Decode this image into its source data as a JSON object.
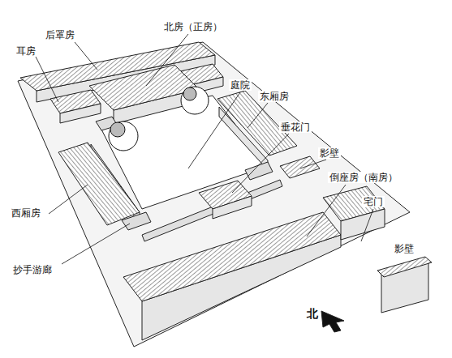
{
  "diagram": {
    "labels": [
      "后罩房",
      "耳房",
      "北房（正房）",
      "庭院",
      "东厢房",
      "垂花门",
      "影壁",
      "倒座房（南房）",
      "宅门",
      "西厢房",
      "抄手游廊",
      "影壁",
      "北"
    ]
  }
}
